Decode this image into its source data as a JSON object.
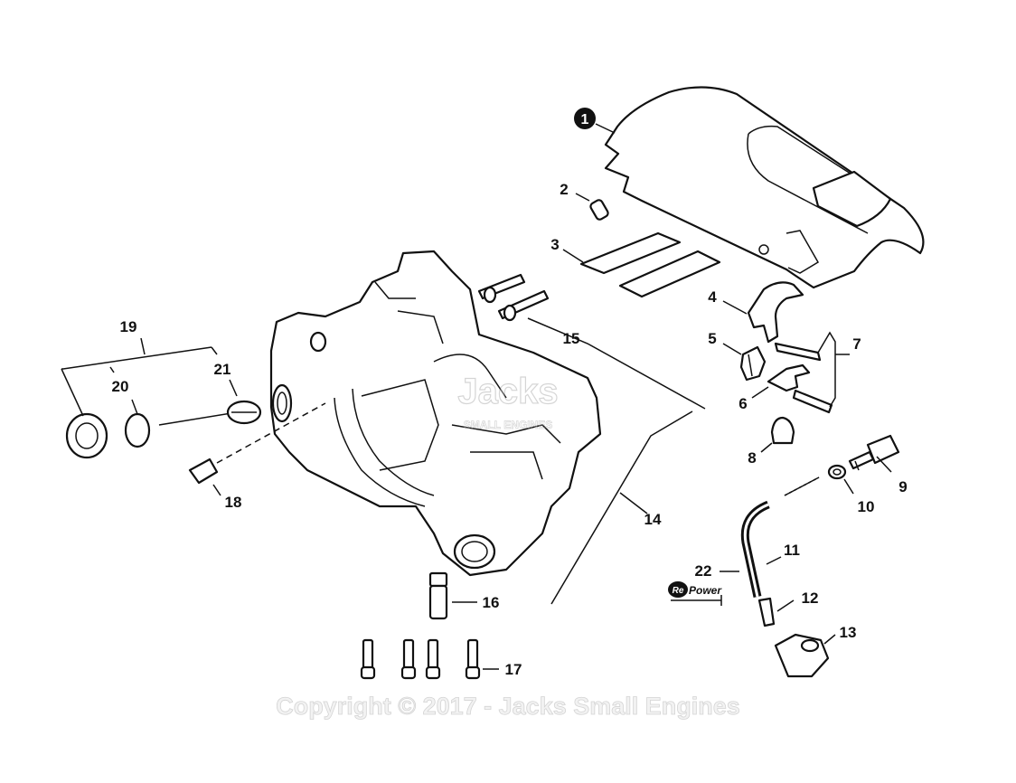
{
  "diagram": {
    "callouts": {
      "c1": "1",
      "c2": "2",
      "c3": "3",
      "c4": "4",
      "c5": "5",
      "c6": "6",
      "c7": "7",
      "c8": "8",
      "c9": "9",
      "c10": "10",
      "c11": "11",
      "c12": "12",
      "c13": "13",
      "c14": "14",
      "c15": "15",
      "c16": "16",
      "c17": "17",
      "c18": "18",
      "c19": "19",
      "c20": "20",
      "c21": "21",
      "c22": "22"
    },
    "repower_logo": {
      "prefix": "Re",
      "suffix": "Power"
    },
    "watermark_logo": {
      "main": "Jacks",
      "sub": "SMALL ENGINES"
    },
    "copyright": "Copyright © 2017 - Jacks Small Engines"
  }
}
